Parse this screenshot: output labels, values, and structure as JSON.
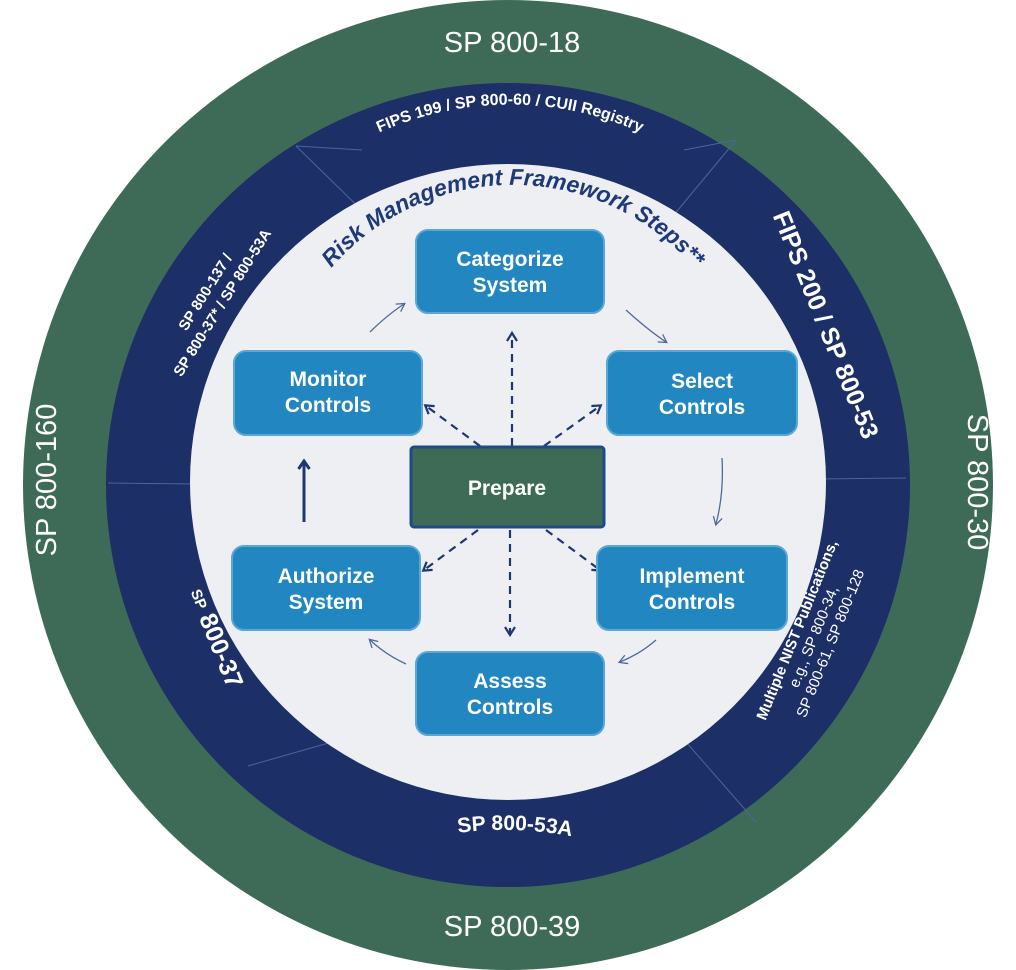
{
  "colors": {
    "outer_ring": "#3e6b58",
    "middle_ring": "#1c2f66",
    "inner_circle": "#eeeff3",
    "step_box": "#2286c0",
    "prepare_box": "#3d6b56",
    "title_text": "#1f3a78"
  },
  "outer_ring": {
    "top": "SP 800-18",
    "bottom": "SP 800-39",
    "left": "SP 800-160",
    "right": "SP 800-30"
  },
  "middle_ring": {
    "top": "FIPS 199 / SP 800-60 / CUII Registry",
    "top_right": "FIPS 200 / SP 800-53",
    "bottom_right_line1": "Multiple NIST Publications,",
    "bottom_right_line2": "e.g., SP 800-34,",
    "bottom_right_line3": "SP 800-61, SP 800-128",
    "bottom": "SP 800-53A",
    "bottom_left_small": "SP",
    "bottom_left_big": "800-37",
    "top_left_line1": "SP 800-137 /",
    "top_left_line2": "SP 800-37* / SP 800-53A"
  },
  "inner": {
    "title": "Risk Management Framework Steps**"
  },
  "steps": {
    "categorize": {
      "line1": "Categorize",
      "line2": "System"
    },
    "select": {
      "line1": "Select",
      "line2": "Controls"
    },
    "implement": {
      "line1": "Implement",
      "line2": "Controls"
    },
    "assess": {
      "line1": "Assess",
      "line2": "Controls"
    },
    "authorize": {
      "line1": "Authorize",
      "line2": "System"
    },
    "monitor": {
      "line1": "Monitor",
      "line2": "Controls"
    },
    "prepare": "Prepare"
  }
}
